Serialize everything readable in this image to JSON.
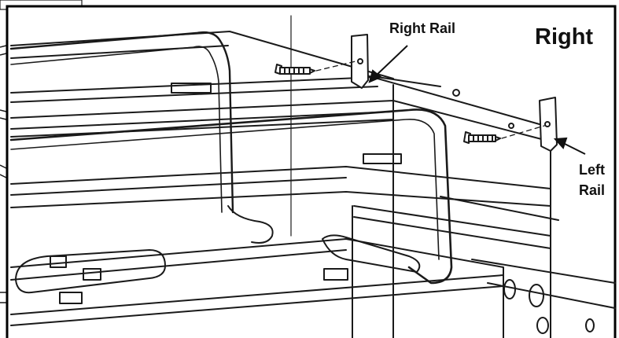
{
  "heading": "Right",
  "callouts": {
    "right_rail": "Right Rail",
    "left_rail_line1": "Left",
    "left_rail_line2": "Rail"
  },
  "colors": {
    "line": "#1a1a1a",
    "fill": "#ffffff",
    "shade": "#d9d9d9",
    "frame": "#000000"
  }
}
